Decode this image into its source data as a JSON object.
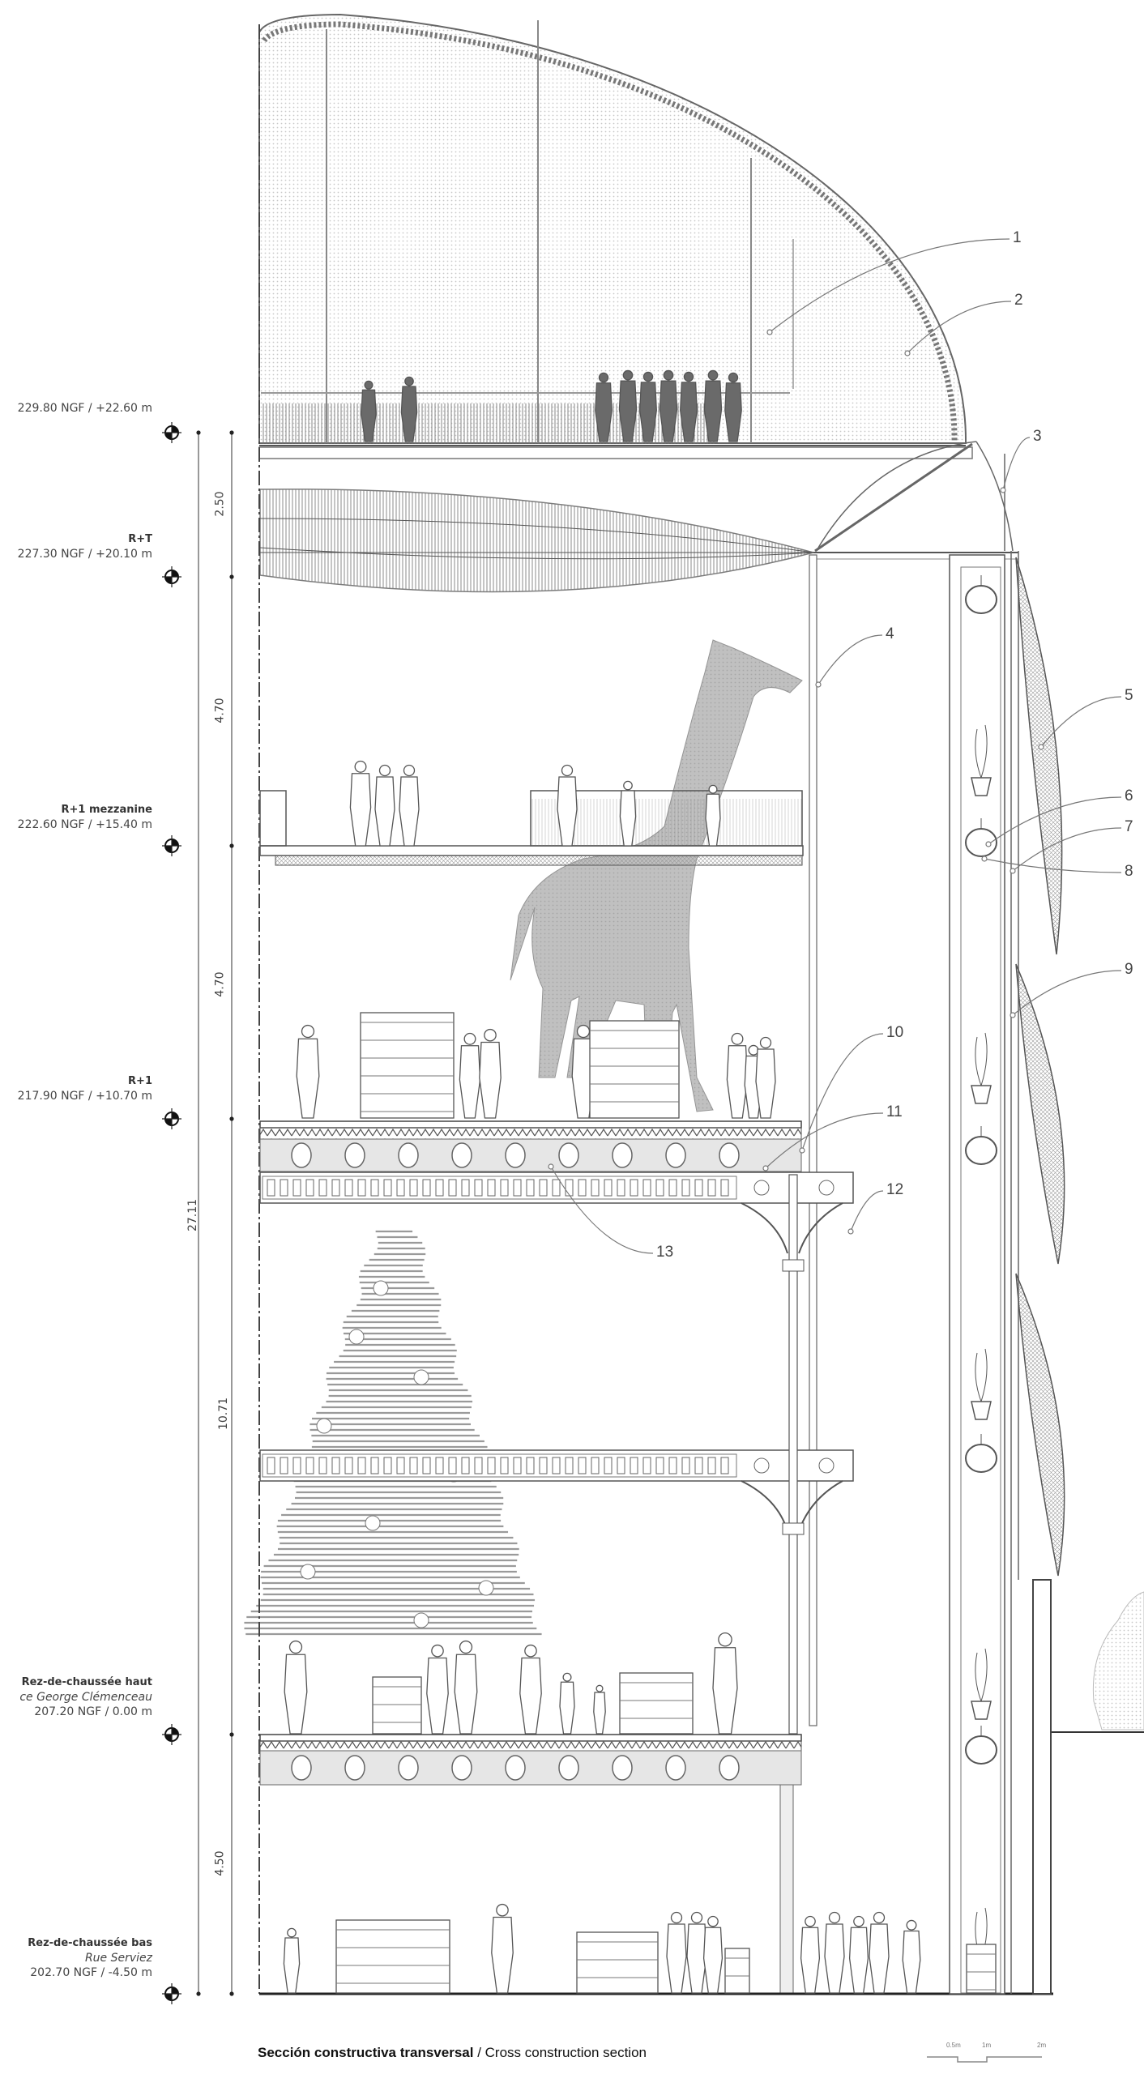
{
  "levels": [
    {
      "name": "",
      "street": "",
      "value": "229.80 NGF / +22.60 m"
    },
    {
      "name": "R+T",
      "street": "",
      "value": "227.30 NGF / +20.10 m"
    },
    {
      "name": "R+1 mezzanine",
      "street": "",
      "value": "222.60 NGF /  +15.40 m"
    },
    {
      "name": "R+1",
      "street": "",
      "value": "217.90 NGF / +10.70 m"
    },
    {
      "name": "Rez-de-chaussée haut",
      "street": "ce George Clémenceau",
      "value": "207.20 NGF / 0.00 m"
    },
    {
      "name": "Rez-de-chaussée bas",
      "street": "Rue Serviez",
      "value": "202.70 NGF / -4.50 m"
    }
  ],
  "dimensions": [
    "2.50",
    "4.70",
    "4.70",
    "27.11",
    "10.71",
    "4.50"
  ],
  "callouts": [
    "1",
    "2",
    "3",
    "4",
    "5",
    "6",
    "7",
    "8",
    "9",
    "10",
    "11",
    "12",
    "13"
  ],
  "caption": {
    "bold": "Sección constructiva transversal",
    "rest": " / Cross construction section"
  },
  "scale_bar": [
    "0.5m",
    "1m",
    "2m"
  ],
  "colors": {
    "line": "#555555",
    "hatch": "#8a8a8a",
    "beam": "#e6e6e6",
    "silhouette": "#6e6e6e"
  }
}
